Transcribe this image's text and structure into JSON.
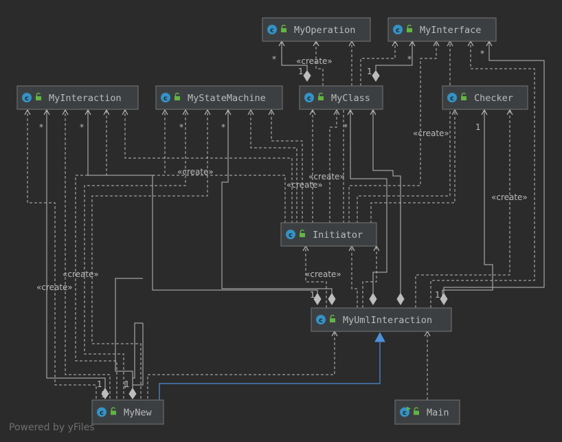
{
  "diagram": {
    "watermark": "Powered by yFiles",
    "colors": {
      "background": "#2b2b2b",
      "node_fill": "#3c3f41",
      "node_border": "#6b6b6b",
      "node_text": "#bbbbbb",
      "edge": "#bdbdbd",
      "inheritance": "#4e8fd8",
      "class_icon": "#3592c4",
      "lock_icon": "#62b543"
    },
    "nodes": [
      {
        "id": "myoperation",
        "label": "MyOperation",
        "icon": "class-icon"
      },
      {
        "id": "myinterface",
        "label": "MyInterface",
        "icon": "class-icon"
      },
      {
        "id": "myinteraction",
        "label": "MyInteraction",
        "icon": "class-icon"
      },
      {
        "id": "mystatemachine",
        "label": "MyStateMachine",
        "icon": "class-icon"
      },
      {
        "id": "myclass",
        "label": "MyClass",
        "icon": "class-icon"
      },
      {
        "id": "checker",
        "label": "Checker",
        "icon": "class-icon"
      },
      {
        "id": "initiator",
        "label": "Initiator",
        "icon": "class-icon"
      },
      {
        "id": "myumlinteraction",
        "label": "MyUmlInteraction",
        "icon": "class-icon"
      },
      {
        "id": "mynew",
        "label": "MyNew",
        "icon": "class-icon"
      },
      {
        "id": "main",
        "label": "Main",
        "icon": "main-class-icon"
      }
    ],
    "labels": [
      {
        "id": "create-1",
        "text": "«create»"
      },
      {
        "id": "create-2",
        "text": "«create»"
      },
      {
        "id": "create-3",
        "text": "«create»"
      },
      {
        "id": "create-4",
        "text": "«create»"
      },
      {
        "id": "create-5",
        "text": "«create»"
      },
      {
        "id": "create-6",
        "text": "«create»"
      },
      {
        "id": "create-7",
        "text": "«create»"
      },
      {
        "id": "create-8",
        "text": "«create»"
      },
      {
        "id": "create-9",
        "text": "«create»"
      },
      {
        "id": "mult-1",
        "text": "*"
      },
      {
        "id": "mult-2",
        "text": "1"
      },
      {
        "id": "mult-3",
        "text": "1"
      },
      {
        "id": "mult-4",
        "text": "*"
      },
      {
        "id": "mult-5",
        "text": "*"
      },
      {
        "id": "mult-6",
        "text": "*"
      },
      {
        "id": "mult-7",
        "text": "*"
      },
      {
        "id": "mult-8",
        "text": "*"
      },
      {
        "id": "mult-9",
        "text": "*"
      },
      {
        "id": "mult-10",
        "text": "*"
      },
      {
        "id": "mult-11",
        "text": "1"
      },
      {
        "id": "mult-12",
        "text": "1"
      },
      {
        "id": "mult-13",
        "text": "1"
      },
      {
        "id": "mult-14",
        "text": "1"
      },
      {
        "id": "mult-15",
        "text": "1"
      },
      {
        "id": "mult-16",
        "text": "1"
      }
    ]
  }
}
